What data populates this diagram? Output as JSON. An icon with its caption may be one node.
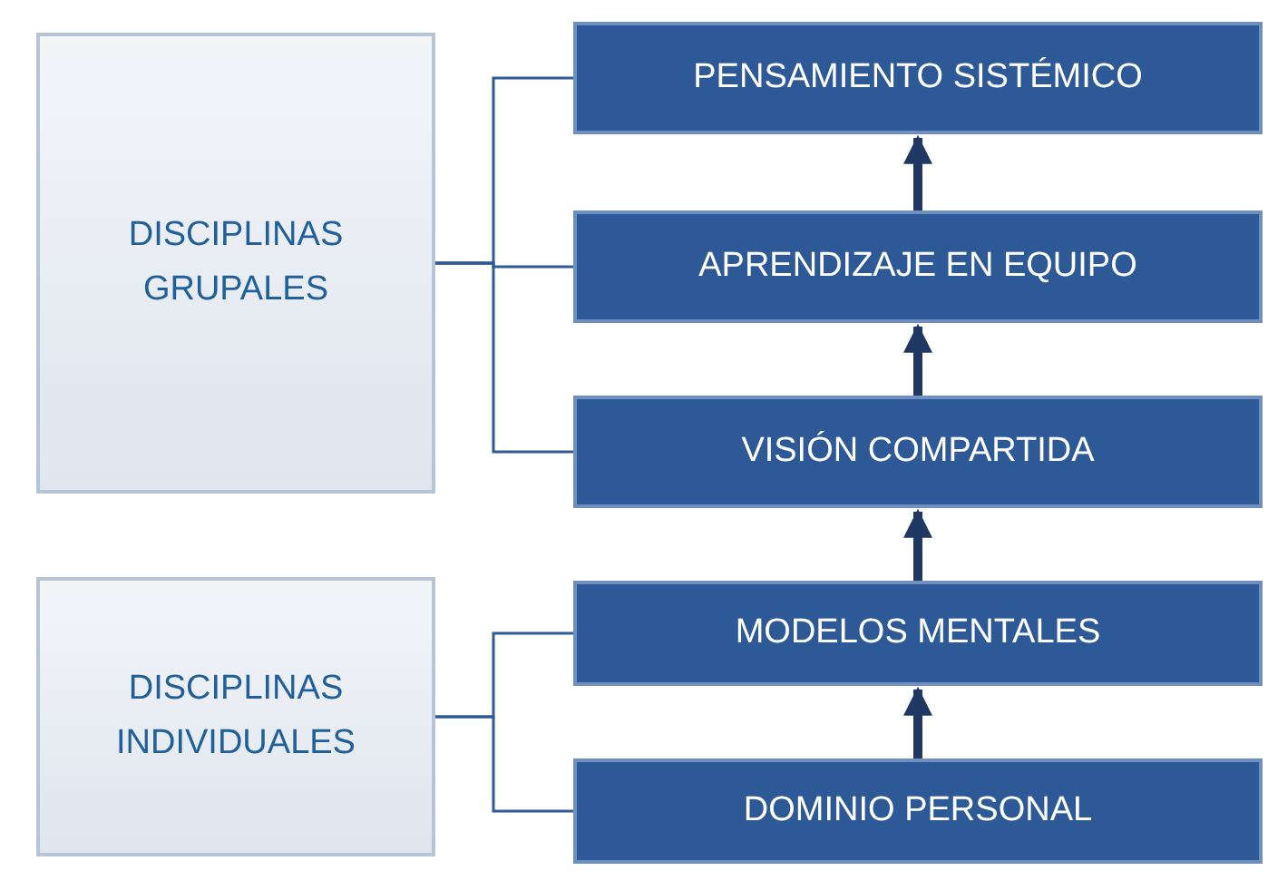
{
  "diagram": {
    "nodes": [
      {
        "text": [
          "DISCIPLINAS GRUPALES"
        ]
      },
      {
        "text": [
          "DISCIPLINAS INDIVIDUALES"
        ]
      },
      {
        "text": [
          "PENSAMIENTO SISTÉMICO"
        ]
      },
      {
        "text": [
          "APRENDIZAJE EN EQUIPO"
        ]
      },
      {
        "text": [
          "VISIÓN COMPARTIDA"
        ]
      },
      {
        "text": [
          "MODELOS MENTALES"
        ]
      },
      {
        "text": [
          "DOMINIO PERSONAL"
        ]
      }
    ],
    "edges": [
      {
        "from": 0,
        "to": 2,
        "arrow": "none"
      },
      {
        "from": 0,
        "to": 3,
        "arrow": "none"
      },
      {
        "from": 0,
        "to": 4,
        "arrow": "none"
      },
      {
        "from": 1,
        "to": 5,
        "arrow": "none"
      },
      {
        "from": 1,
        "to": 6,
        "arrow": "none"
      },
      {
        "from": 3,
        "to": 2,
        "arrow": "to",
        "style": "thick"
      },
      {
        "from": 4,
        "to": 3,
        "arrow": "to",
        "style": "thick"
      },
      {
        "from": 5,
        "to": 4,
        "arrow": "to",
        "style": "thick"
      },
      {
        "from": 6,
        "to": 5,
        "arrow": "to",
        "style": "thick"
      }
    ]
  }
}
